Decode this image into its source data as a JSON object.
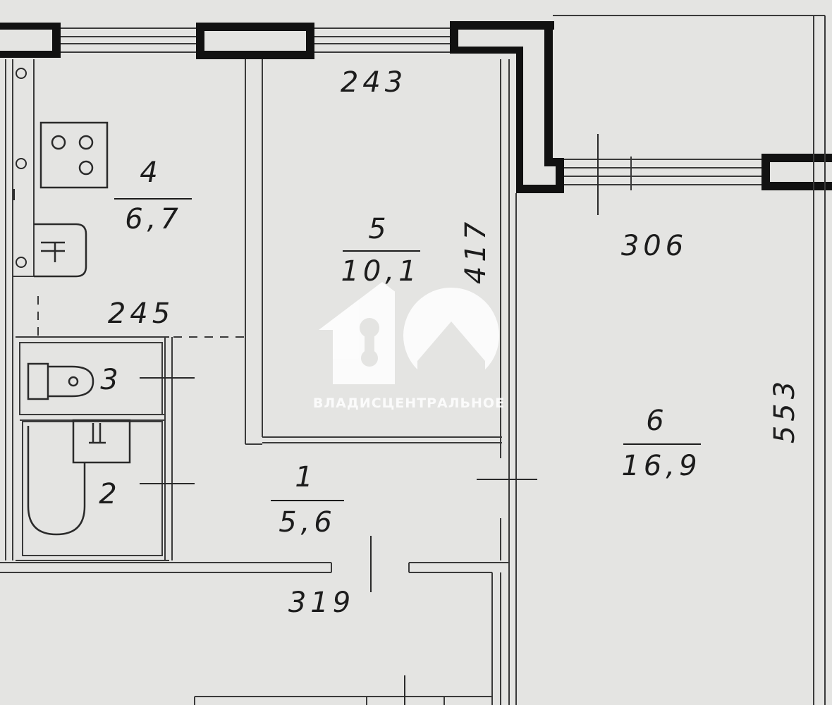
{
  "colors": {
    "paper": "#e4e4e2",
    "line": "#3a3a3a",
    "wall": "#111111",
    "accent": "#c0302a",
    "watermark": "#ffffff"
  },
  "rooms": [
    {
      "number": "1",
      "area": "5,6"
    },
    {
      "number": "2"
    },
    {
      "number": "3"
    },
    {
      "number": "4",
      "area": "6,7"
    },
    {
      "number": "5",
      "area": "10,1"
    },
    {
      "number": "6",
      "area": "16,9"
    }
  ],
  "dimensions": {
    "d243": "243",
    "d245": "245",
    "d417": "417",
    "d306": "306",
    "d553": "553",
    "d319": "319"
  },
  "watermark": {
    "logo_text": "10",
    "caption": "ВЛАДИСЦЕНТРАЛЬНОЕ"
  },
  "icons": [
    "stove-icon",
    "sink-icon",
    "toilet-icon",
    "bathtub-icon",
    "washbasin-icon",
    "house-key-logo-icon"
  ]
}
